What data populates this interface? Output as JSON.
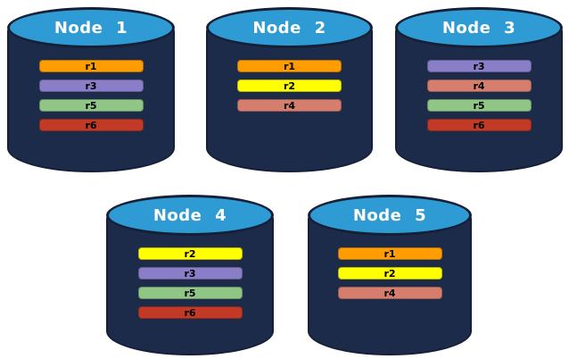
{
  "diagram": {
    "description": "Five database nodes showing distribution of replicas r1-r6",
    "nodes": [
      {
        "id": "node-1",
        "label": "Node 1",
        "replicas": [
          "r1",
          "r3",
          "r5",
          "r6"
        ]
      },
      {
        "id": "node-2",
        "label": "Node 2",
        "replicas": [
          "r1",
          "r2",
          "r4"
        ]
      },
      {
        "id": "node-3",
        "label": "Node 3",
        "replicas": [
          "r3",
          "r4",
          "r5",
          "r6"
        ]
      },
      {
        "id": "node-4",
        "label": "Node 4",
        "replicas": [
          "r2",
          "r3",
          "r5",
          "r6"
        ]
      },
      {
        "id": "node-5",
        "label": "Node 5",
        "replicas": [
          "r1",
          "r2",
          "r4"
        ]
      }
    ]
  },
  "colors": {
    "canvas_background": "#ffffff",
    "cylinder_body": "#1C2B4A",
    "cylinder_outline": "#152036",
    "cylinder_top": "#2F9BD5",
    "title_text": "#ffffff",
    "bar_text": "#000000",
    "bar_border": "rgba(0,0,0,0.28)",
    "replicas": {
      "r1": "#FF9C00",
      "r2": "#FFFF00",
      "r3": "#8B7EC8",
      "r4": "#D57E6D",
      "r5": "#8FC585",
      "r6": "#C23A26"
    }
  }
}
